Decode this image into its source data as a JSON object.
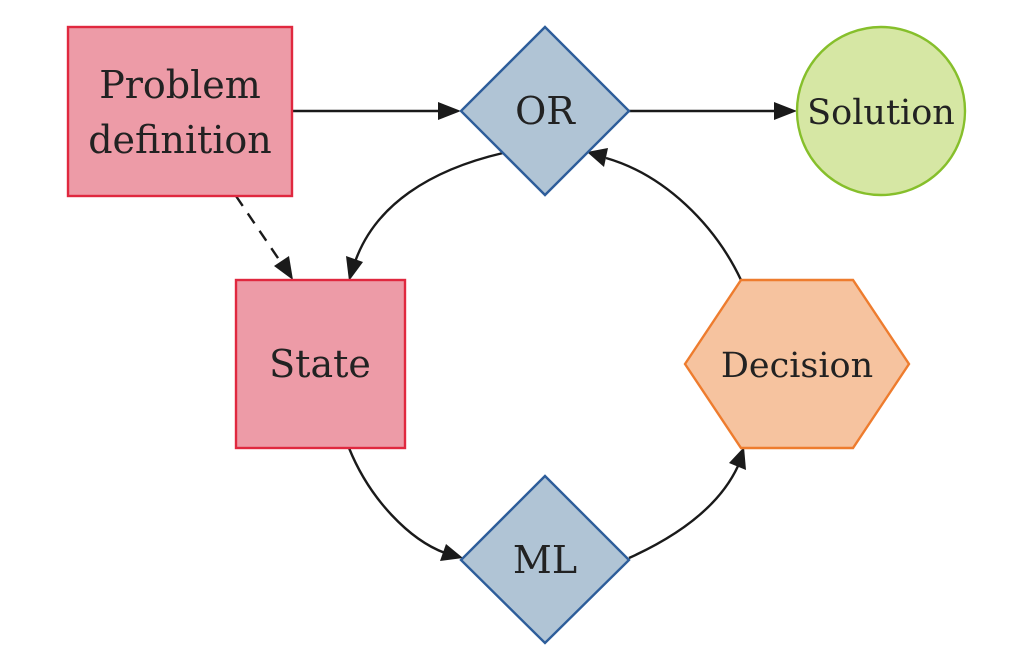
{
  "nodes": {
    "problem_definition": {
      "line1": "Problem",
      "line2": "definition",
      "shape": "rectangle",
      "fill": "#ed9ba7",
      "stroke": "#e0283f"
    },
    "or": {
      "label": "OR",
      "shape": "diamond",
      "fill": "#b0c4d5",
      "stroke": "#2d5d9a"
    },
    "solution": {
      "label": "Solution",
      "shape": "circle",
      "fill": "#d6e7a4",
      "stroke": "#86bf2b"
    },
    "state": {
      "label": "State",
      "shape": "square",
      "fill": "#ed9ba7",
      "stroke": "#e0283f"
    },
    "decision": {
      "label": "Decision",
      "shape": "hexagon",
      "fill": "#f6c39f",
      "stroke": "#ee7c2e"
    },
    "ml": {
      "label": "ML",
      "shape": "diamond",
      "fill": "#b0c4d5",
      "stroke": "#2d5d9a"
    }
  },
  "edges": [
    {
      "from": "problem_definition",
      "to": "or",
      "style": "solid"
    },
    {
      "from": "or",
      "to": "solution",
      "style": "solid"
    },
    {
      "from": "problem_definition",
      "to": "state",
      "style": "dashed"
    },
    {
      "from": "or",
      "to": "state",
      "style": "solid"
    },
    {
      "from": "state",
      "to": "ml",
      "style": "solid"
    },
    {
      "from": "ml",
      "to": "decision",
      "style": "solid"
    },
    {
      "from": "decision",
      "to": "or",
      "style": "solid"
    }
  ]
}
